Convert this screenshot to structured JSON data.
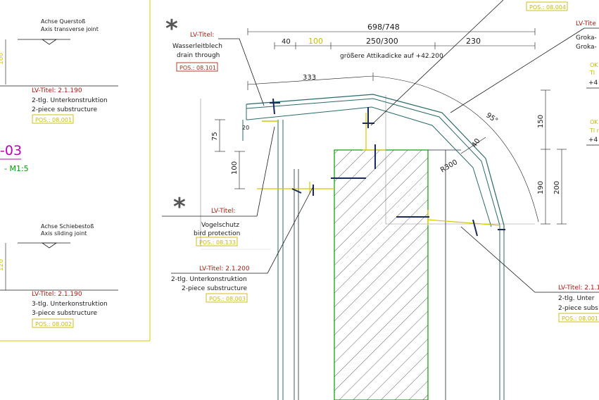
{
  "colors": {
    "red": "#b8140f",
    "yellow": "#d8c800",
    "pos_box_stroke": "#c9bb00",
    "pos_box_red": "#a0321a",
    "magenta": "#c000c0",
    "green": "#00a000",
    "dark": "#1a2a3a",
    "grey": "#7a7a7a",
    "teal": "#2a6a6a"
  },
  "left": {
    "axis1_title": "Achse Querstoß",
    "axis1_sub": "Axis transverse joint",
    "lv1_label": "LV-Titel: 2.1.190",
    "lv1_line1": "2-tlg. Unterkonstruktion",
    "lv1_line2": "2-piece substructure",
    "lv1_pos": "POS.: 08.001",
    "detail_code": "-03",
    "scale": "- M1:5",
    "axis2_title": "Achse Schiebestoß",
    "axis2_sub": "Axis sliding joint",
    "lv2_label": "LV-Titel: 2.1.190",
    "lv2_line1": "3-tlg. Unterkonstruktion",
    "lv2_line2": "3-piece substructure",
    "lv2_pos": "POS.: 08.002",
    "dim_top": "100",
    "dim_bottom": "120"
  },
  "callouts": {
    "c1_label": "LV-Titel:",
    "c1_line1": "Wasserleitblech",
    "c1_line2": "drain through",
    "c1_pos": "POS.: 08.101",
    "c2_label": "LV-Titel:",
    "c2_line1": "Vogelschutz",
    "c2_line2": "bird protection",
    "c2_pos": "POS.: 08.133",
    "c3_label": "LV-Titel: 2.1.200",
    "c3_line1": "2-tlg. Unterkonstruktion",
    "c3_line2": "2-piece substructure",
    "c3_pos": "POS.: 08.003",
    "c4_label": "LV-Titel: 2.1.1",
    "c4_line1": "2-tlg. Unter",
    "c4_line2": "2-piece subs",
    "c4_pos": "POS.: 08.001",
    "c5_label": "LV-Tite",
    "c5_line1": "Groka-",
    "c5_line2": "Groka-",
    "top_pos": "POS.: 08.004",
    "right_ok1": "OK",
    "right_tl1": "Tl",
    "right_val1": "+4",
    "right_ok2": "OK",
    "right_tl2": "Tl n",
    "right_val2": "+4"
  },
  "dims": {
    "overall": "698/748",
    "d40": "40",
    "d100": "100",
    "d250": "250/300",
    "d230": "230",
    "note": "größere Attikadicke auf +42.200",
    "d333": "333",
    "angle": "95°",
    "d75": "75",
    "d20": "20",
    "d100v": "100",
    "r300": "R300",
    "d40b": "40",
    "d150": "150",
    "d190": "190",
    "d200": "200"
  },
  "marks": {
    "star": "*"
  }
}
